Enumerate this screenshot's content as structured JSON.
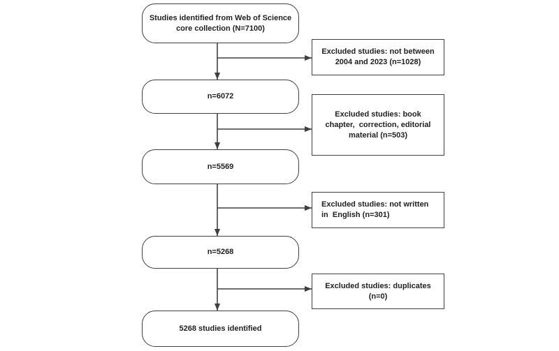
{
  "flowchart": {
    "main_nodes": [
      {
        "label": "Studies identified from Web of Science\ncore collection (N=7100)"
      },
      {
        "label": "n=6072"
      },
      {
        "label": "n=5569"
      },
      {
        "label": "n=5268"
      },
      {
        "label": "5268 studies identified"
      }
    ],
    "exclusion_nodes": [
      {
        "label": "Excluded studies: not between\n2004 and 2023 (n=1028)"
      },
      {
        "label": "Excluded studies: book\nchapter,  correction, editorial\nmaterial (n=503)"
      },
      {
        "label": "Excluded studies: not written\nin  English (n=301)"
      },
      {
        "label": "Excluded studies: duplicates\n(n=0)"
      }
    ],
    "colors": {
      "line": "#3f3f3f",
      "text": "#212121",
      "background": "#ffffff"
    }
  }
}
